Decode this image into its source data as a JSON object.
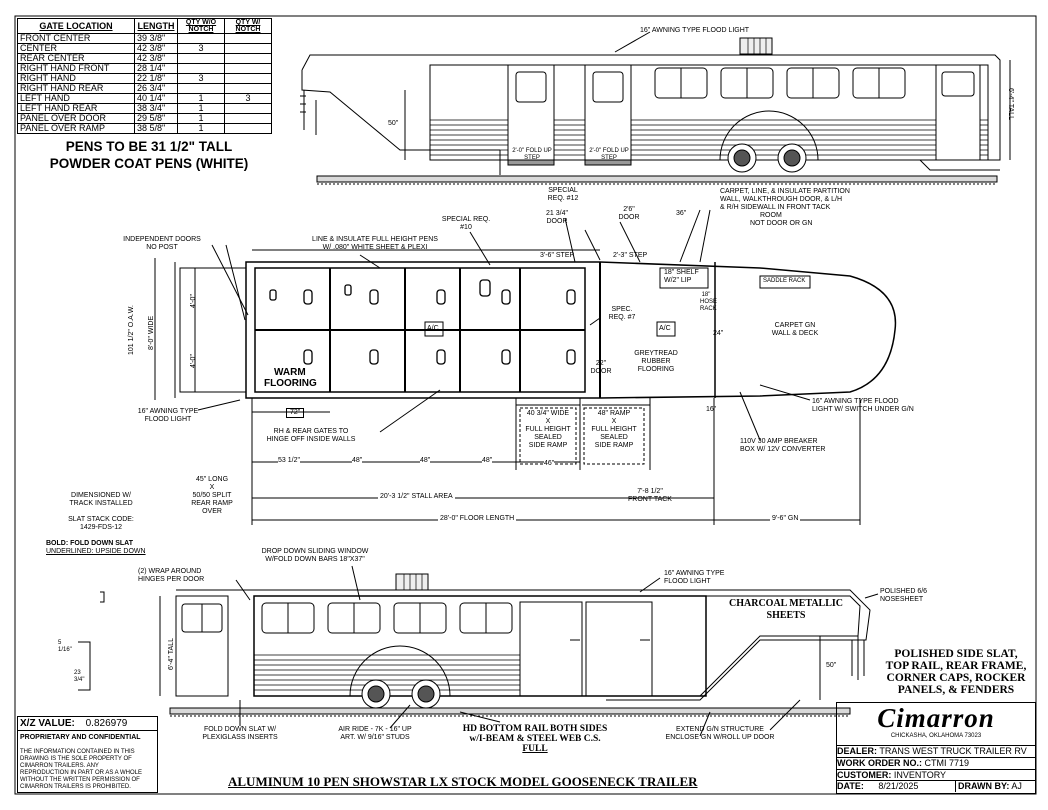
{
  "gate_table": {
    "headers": [
      "GATE LOCATION",
      "LENGTH",
      "QTY W/O NOTCH",
      "QTY W/ NOTCH"
    ],
    "rows": [
      {
        "location": "FRONT CENTER",
        "length": "39 3/8\"",
        "without": "",
        "with": ""
      },
      {
        "location": "CENTER",
        "length": "42 3/8\"",
        "without": "3",
        "with": ""
      },
      {
        "location": "REAR CENTER",
        "length": "42 3/8\"",
        "without": "",
        "with": ""
      },
      {
        "location": "RIGHT HAND FRONT",
        "length": "28 1/4\"",
        "without": "",
        "with": ""
      },
      {
        "location": "RIGHT HAND",
        "length": "22 1/8\"",
        "without": "3",
        "with": ""
      },
      {
        "location": "RIGHT HAND REAR",
        "length": "26 3/4\"",
        "without": "",
        "with": ""
      },
      {
        "location": "LEFT HAND",
        "length": "40 1/4\"",
        "without": "1",
        "with": "3"
      },
      {
        "location": "LEFT HAND REAR",
        "length": "38 3/4\"",
        "without": "1",
        "with": ""
      },
      {
        "location": "PANEL OVER DOOR",
        "length": "29 5/8\"",
        "without": "1",
        "with": ""
      },
      {
        "location": "PANEL OVER RAMP",
        "length": "38 5/8\"",
        "without": "1",
        "with": ""
      }
    ]
  },
  "pens_note": [
    "PENS TO BE 31 1/2\" TALL",
    "POWDER COAT PENS (WHITE)"
  ],
  "top_view": {
    "awning_light": "16\" AWNING TYPE FLOOD LIGHT",
    "tall": "6'-4\" TALL",
    "height_50": "50\"",
    "fold_step_1": "2'-0\" FOLD UP STEP",
    "fold_step_2": "2'-0\" FOLD UP STEP"
  },
  "plan_view": {
    "special_req_12": "SPECIAL REQ. #12",
    "door_21": "21 3/4\" DOOR",
    "door_26": "2'6\" DOOR",
    "dim_36": "36\"",
    "special_req_10": "SPECIAL REQ. #10",
    "carpet_note": [
      "CARPET, LINE, & INSULATE PARTITION",
      "WALL, WALKTHROUGH DOOR, & L/H",
      "& R/H SIDEWALL IN FRONT TACK",
      "ROOM",
      "NOT DOOR OR GN"
    ],
    "independent_doors": [
      "INDEPENDENT DOORS",
      "NO POST"
    ],
    "line_insulate": [
      "LINE & INSULATE FULL HEIGHT PENS",
      "W/ .080\" WHITE SHEET & PLEXI"
    ],
    "step_36": "3'-6\" STEP",
    "step_23": "2'-3\" STEP",
    "shelf": [
      "18\" SHELF",
      "W/2\" LIP"
    ],
    "hose_rack": "18\" HOSE RACK",
    "saddle_rack": "SADDLE RACK",
    "oaw": "101 1/2\" O.A.W.",
    "wide": "8'-0\" WIDE",
    "dim_48a": "4'-0\"",
    "dim_48b": "4'-0\"",
    "ac_1": "A/C",
    "ac_2": "A/C",
    "spec_req_7": "SPEC. REQ. #7",
    "carpet_gn": [
      "CARPET GN",
      "WALL & DECK"
    ],
    "greytread": [
      "GREYTREAD",
      "RUBBER",
      "FLOORING"
    ],
    "door_22": [
      "22\"",
      "DOOR"
    ],
    "dim_24": "24\"",
    "warm_flooring": [
      "WARM",
      "FLOORING"
    ],
    "awning_left": [
      "16\" AWNING TYPE",
      "FLOOD LIGHT"
    ],
    "dim_72": "72\"",
    "rh_rear_gates": [
      "RH & REAR GATES TO",
      "HINGE OFF INSIDE WALLS"
    ],
    "side_ramp_40": [
      "40 3/4\" WIDE",
      "X",
      "FULL HEIGHT",
      "SEALED",
      "SIDE RAMP"
    ],
    "side_ramp_48": [
      "48\" RAMP",
      "X",
      "FULL HEIGHT",
      "SEALED",
      "SIDE RAMP"
    ],
    "awning_gn": [
      "16\" AWNING TYPE FLOOD",
      "LIGHT W/ SWITCH UNDER G/N"
    ],
    "breaker": [
      "110v 30 amp BREAKER",
      "BOX w/ 12v CONVERTER"
    ],
    "dim_16": "16\"",
    "stall_53": "53 1/2\"",
    "stall_48a": "48\"",
    "stall_48b": "48\"",
    "stall_48c": "48\"",
    "stall_46": "46\"",
    "rear_ramp": [
      "45\" LONG",
      "X",
      "50/50 SPLIT",
      "REAR RAMP",
      "OVER"
    ],
    "stall_area": "20'-3 1/2\" STALL AREA",
    "front_tack": [
      "7'-8 1/2\"",
      "FRONT TACK"
    ],
    "floor_length": "28'-0\" FLOOR LENGTH",
    "gn_length": "9'-6\" GN",
    "dimensioned": [
      "DIMENSIONED W/",
      "TRACK INSTALLED"
    ],
    "slat_code": [
      "SLAT STACK CODE:",
      "1429-FDS-12"
    ],
    "bold_note": "BOLD: FOLD DOWN SLAT",
    "underlined_note": "UNDERLINED: UPSIDE DOWN"
  },
  "side_view": {
    "drop_window": [
      "DROP DOWN SLIDING WINDOW",
      "w/FOLD DOWN BARS 18\"x37\""
    ],
    "wrap_hinges": [
      "(2) WRAP AROUND",
      "HINGES PER DOOR"
    ],
    "awning_light": [
      "16\" AWNING TYPE",
      "FLOOD LIGHT"
    ],
    "charcoal": [
      "CHARCOAL METALLIC",
      "SHEETS"
    ],
    "polished_nose": [
      "POLISHED 6/6",
      "NOSESHEET"
    ],
    "tall": "6'-4\" TALL",
    "height_50": "50\"",
    "dim_5": "5 1/16\"",
    "dim_23": "23 3/4\"",
    "polished_list": [
      "POLISHED SIDE SLAT,",
      "TOP RAIL, REAR FRAME,",
      "CORNER CAPS, ROCKER",
      "PANELS, & FENDERS"
    ],
    "fold_down_slat": [
      "FOLD DOWN SLAT w/",
      "PLEXIGLASS INSERTS"
    ],
    "air_ride": [
      "AIR RIDE - 7K - 16\" UP",
      "ART. w/ 9/16\" STUDS"
    ],
    "hd_bottom": [
      "HD BOTTOM RAIL BOTH SIDES",
      "w/I-BEAM & STEEL WEB C.S.",
      "FULL"
    ],
    "extend_gn": [
      "EXTEND G/N STRUCTURE",
      "ENCLOSE GN W/ROLL UP DOOR"
    ]
  },
  "xz_box": {
    "label": "X/Z VALUE:",
    "value": "0.826979",
    "prop": "PROPRIETARY AND CONFIDENTIAL",
    "body": [
      "THE INFORMATION CONTAINED IN THIS",
      "DRAWING IS THE SOLE PROPERTY OF",
      "CIMARRON TRAILERS. ANY",
      "REPRODUCTION IN PART OR AS A WHOLE",
      "WITHOUT THE WRITTEN PERMISSION OF",
      "CIMARRON TRAILERS IS PROHIBITED."
    ]
  },
  "title": "ALUMINUM 10 PEN SHOWSTAR LX STOCK MODEL GOOSENECK TRAILER",
  "title_block": {
    "logo": "Cimarron",
    "location": "CHICKASHA, OKLAHOMA 73023",
    "dealer_label": "DEALER:",
    "dealer": "TRANS WEST TRUCK TRAILER RV",
    "wo_label": "WORK ORDER NO.:",
    "wo": "CTMI 7719",
    "customer_label": "CUSTOMER:",
    "customer": "INVENTORY",
    "date_label": "DATE:",
    "date": "8/21/2025",
    "drawn_label": "DRAWN BY:",
    "drawn": "AJ"
  }
}
